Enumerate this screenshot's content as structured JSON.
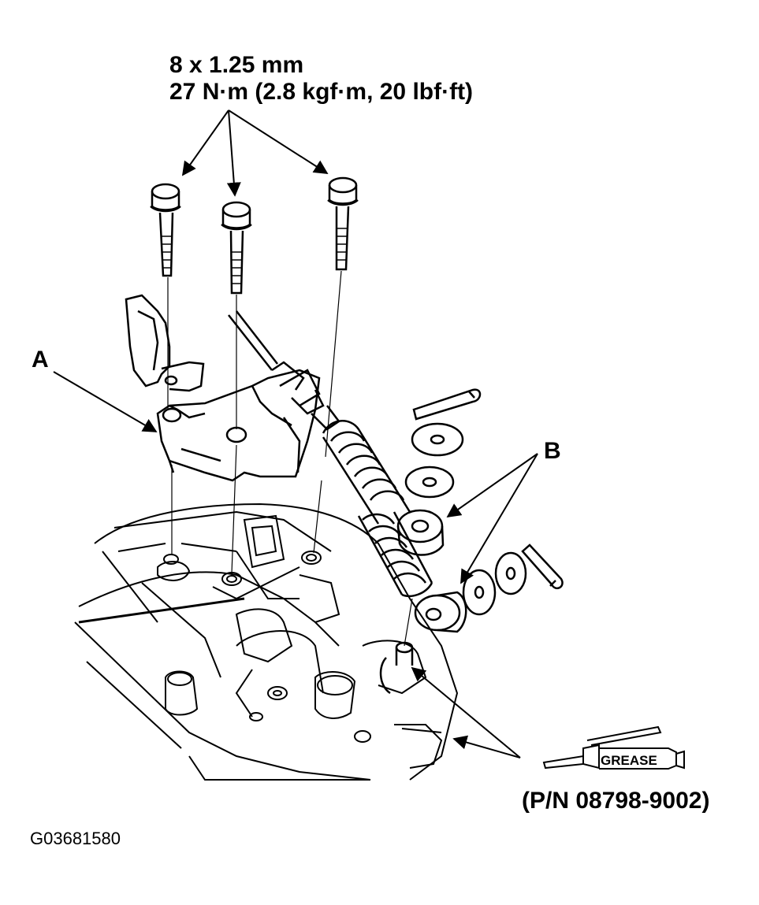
{
  "spec": {
    "bolt_size": "8 x 1.25 mm",
    "torque": "27 N·m (2.8 kgf·m, 20 lbf·ft)"
  },
  "labels": {
    "a": "A",
    "b": "B"
  },
  "grease": {
    "tube_label": "GREASE",
    "part_number": "(P/N 08798-9002)"
  },
  "figure_id": "G03681580",
  "parts": {
    "bolts": [
      "bolt",
      "bolt",
      "bolt"
    ],
    "washers": [
      "washer",
      "washer",
      "washer",
      "washer"
    ],
    "bushings": [
      "bushing",
      "bushing"
    ],
    "cotter_pins": [
      "cotter-pin",
      "cotter-pin"
    ]
  },
  "colors": {
    "ink": "#000000",
    "paper": "#ffffff"
  }
}
